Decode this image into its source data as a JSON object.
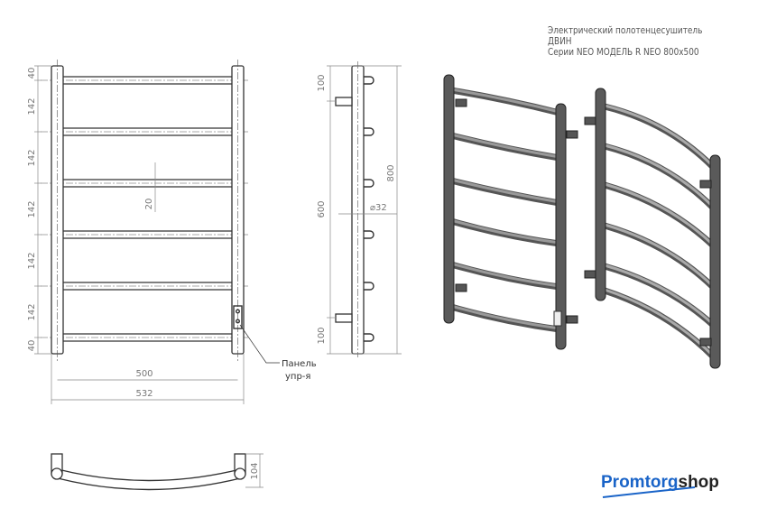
{
  "title": {
    "line1": "Электрический полотенцесушитель ДВИН",
    "line2": "Серии NEO МОДЕЛЬ R NEO 800x500"
  },
  "front_view": {
    "dims_vertical": [
      "40",
      "142",
      "142",
      "142",
      "142",
      "142",
      "40"
    ],
    "rail_diameter": "20",
    "inner_width": "500",
    "outer_width": "532",
    "panel_label_line1": "Панель",
    "panel_label_line2": "упр-я"
  },
  "side_view": {
    "top_offset": "100",
    "mount_spacing": "600",
    "bottom_offset": "100",
    "height": "800",
    "diameter": "⌀32"
  },
  "bottom_view": {
    "depth": "104"
  },
  "logo": {
    "part1": "Promtorg",
    "part2": "shop",
    "color": "#1a64c8"
  }
}
